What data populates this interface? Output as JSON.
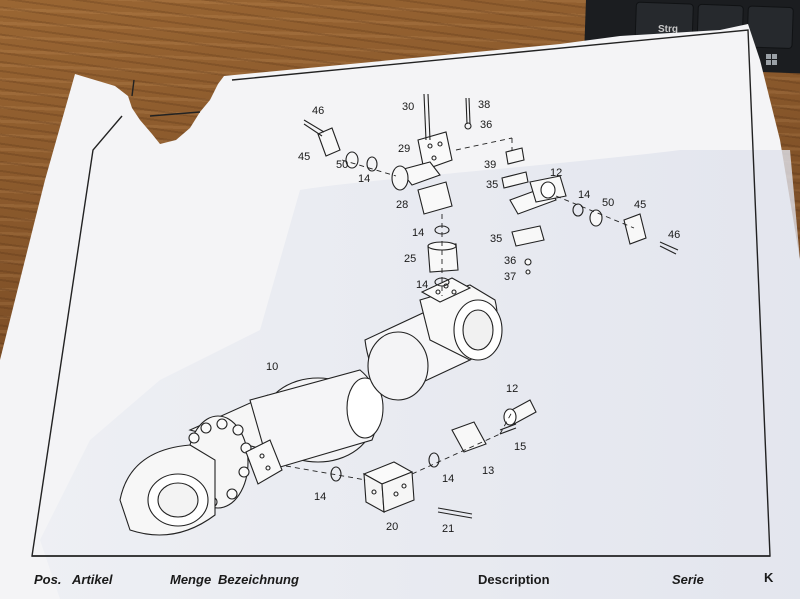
{
  "keyboard": {
    "key_label": "Strg"
  },
  "part_numbers": {
    "p46a": "46",
    "p45a": "45",
    "p50a": "50",
    "p14a": "14",
    "p30": "30",
    "p38": "38",
    "p36a": "36",
    "p29": "29",
    "p39": "39",
    "p12a": "12",
    "p35a": "35",
    "p14b": "14",
    "p50b": "50",
    "p45b": "45",
    "p46b": "46",
    "p28": "28",
    "p14c": "14",
    "p25": "25",
    "p14d": "14",
    "p35b": "35",
    "p36b": "36",
    "p37": "37",
    "p10": "10",
    "p12b": "12",
    "p15": "15",
    "p13": "13",
    "p14e": "14",
    "p14f": "14",
    "p20": "20",
    "p21": "21"
  },
  "footer": {
    "pos": "Pos.",
    "artikel": "Artikel",
    "menge": "Menge",
    "bezeichnung": "Bezeichnung",
    "description": "Description",
    "serie": "Serie",
    "serie_value": "K"
  }
}
